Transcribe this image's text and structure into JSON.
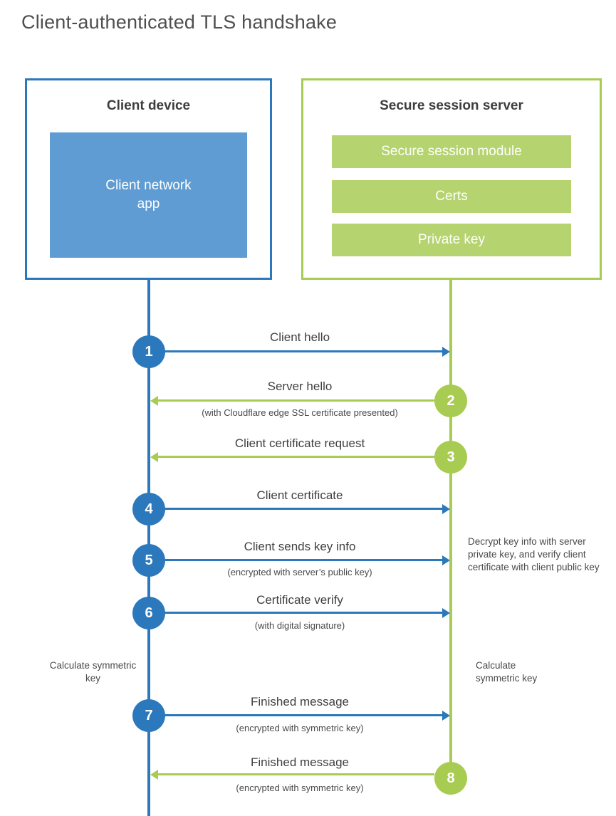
{
  "title": "Client-authenticated TLS handshake",
  "colors": {
    "blue": "#2b79bc",
    "blue_fill": "#5e9cd3",
    "green": "#a7cc51",
    "green_fill": "#b5d36e"
  },
  "client_box": {
    "title": "Client device",
    "app_label": "Client network app"
  },
  "server_box": {
    "title": "Secure session server",
    "modules": [
      "Secure session module",
      "Certs",
      "Private key"
    ]
  },
  "steps": [
    {
      "num": "1",
      "from": "client",
      "to": "server",
      "label": "Client hello",
      "sub": ""
    },
    {
      "num": "2",
      "from": "server",
      "to": "client",
      "label": "Server hello",
      "sub": "(with Cloudflare edge SSL certificate presented)"
    },
    {
      "num": "3",
      "from": "server",
      "to": "client",
      "label": "Client certificate request",
      "sub": ""
    },
    {
      "num": "4",
      "from": "client",
      "to": "server",
      "label": "Client certificate",
      "sub": ""
    },
    {
      "num": "5",
      "from": "client",
      "to": "server",
      "label": "Client sends key info",
      "sub": "(encrypted with server’s public key)"
    },
    {
      "num": "6",
      "from": "client",
      "to": "server",
      "label": "Certificate verify",
      "sub": "(with digital signature)"
    },
    {
      "num": "7",
      "from": "client",
      "to": "server",
      "label": "Finished message",
      "sub": "(encrypted with symmetric key)"
    },
    {
      "num": "8",
      "from": "server",
      "to": "client",
      "label": "Finished message",
      "sub": "(encrypted with symmetric key)"
    }
  ],
  "annotations": {
    "calc_left": "Calculate symmetric key",
    "calc_right": "Calculate symmetric key",
    "decrypt_note": "Decrypt key info with server private key, and verify client certificate with client public key"
  }
}
